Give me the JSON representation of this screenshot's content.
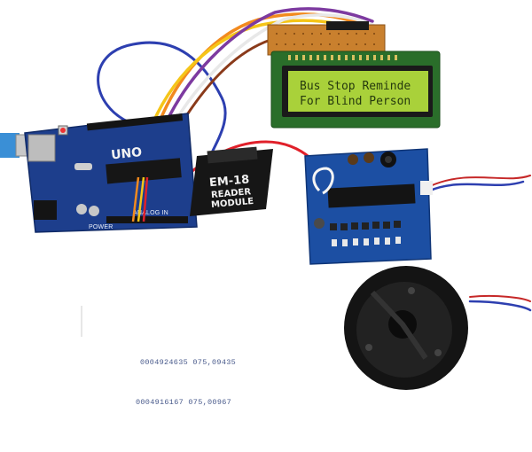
{
  "lcd": {
    "line1": "Bus Stop Reminde",
    "line2": "For Blind Person"
  },
  "arduino": {
    "brand_text": "UNO",
    "analog_label": "ANALOG IN",
    "power_label": "POWER"
  },
  "rfid_reader": {
    "line1": "EM-18",
    "line2": "READER",
    "line3": "MODULE"
  },
  "rfid_tags": [
    "0004924635 075,09435",
    "0004916167 075,00967"
  ],
  "colors": {
    "arduino_board": "#1d3e8c",
    "lcd_screen": "#a9d13a",
    "lcd_frame": "#2a6e2a",
    "voice_board": "#1c4fa3",
    "speaker": "#141414",
    "wire_red": "#e0202a",
    "wire_blue": "#2d3fb0",
    "wire_orange": "#f28a1e",
    "wire_yellow": "#f5c518",
    "wire_purple": "#7d3aa0"
  },
  "icons": {
    "usb_port": "usb-port-icon",
    "microphone": "microphone-icon",
    "speaker": "speaker-icon"
  }
}
